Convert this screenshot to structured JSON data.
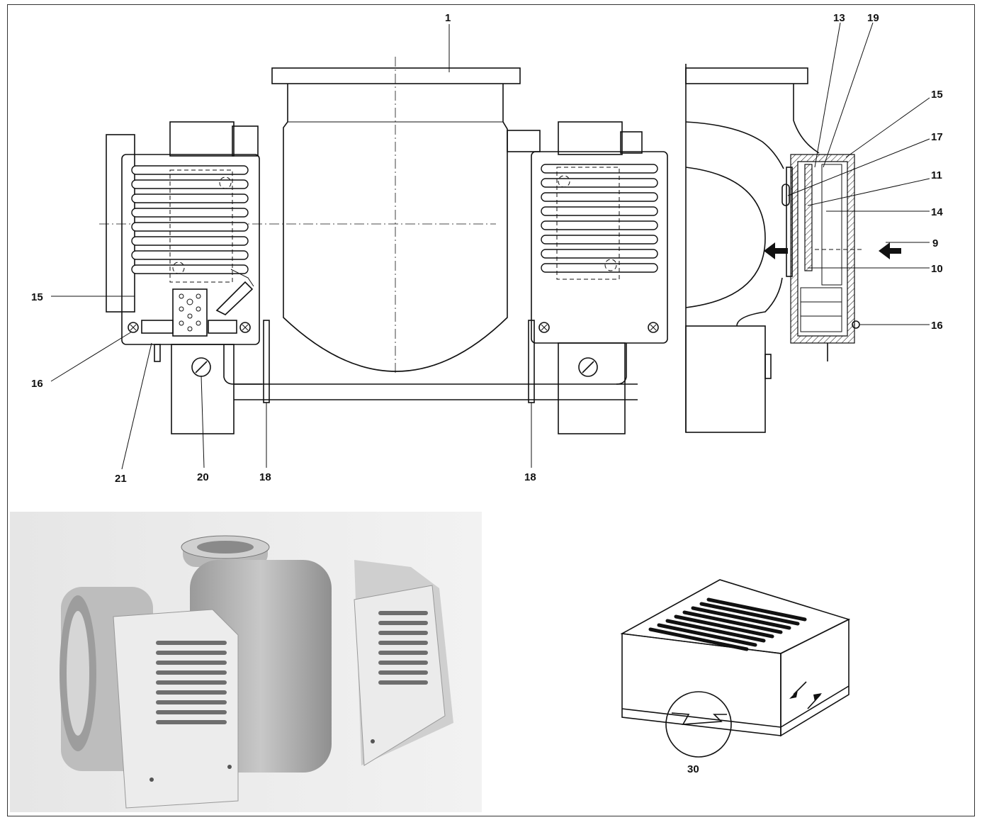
{
  "callouts": {
    "c1": "1",
    "c13": "13",
    "c19": "19",
    "c15_right": "15",
    "c17": "17",
    "c11": "11",
    "c14": "14",
    "c9": "9",
    "c10": "10",
    "c16_right": "16",
    "c15_left": "15",
    "c16_left": "16",
    "c21": "21",
    "c20": "20",
    "c18_left": "18",
    "c18_right": "18",
    "c30": "30"
  },
  "colors": {
    "ink": "#111111",
    "paper": "#ffffff",
    "photo_bg": "#d9d9d9"
  }
}
